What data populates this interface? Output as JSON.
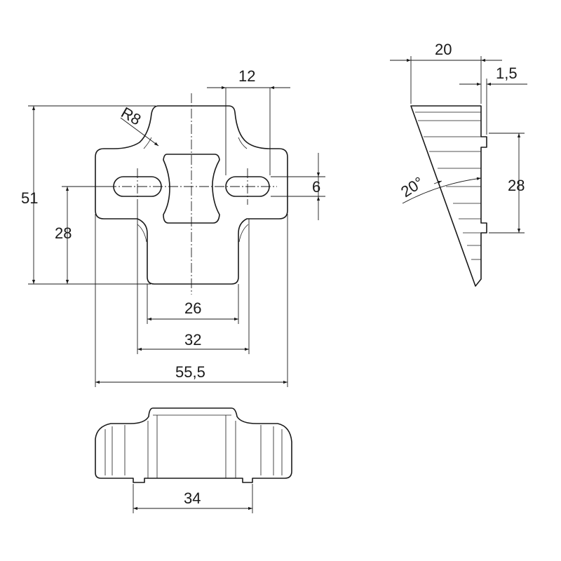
{
  "dimensions": {
    "front_view": {
      "width_top_slot_spacing": "12",
      "radius": "R8",
      "overall_height": "51",
      "slot_height_offset": "28",
      "slot_width": "6",
      "neck_width": "26",
      "slot_spacing": "32",
      "overall_width": "55,5"
    },
    "side_view": {
      "depth": "20",
      "offset": "1,5",
      "pitch": "28",
      "angle": "20°"
    },
    "bottom_view": {
      "base_width": "34"
    }
  },
  "colors": {
    "line": "#1a1a1a",
    "background": "#ffffff"
  }
}
